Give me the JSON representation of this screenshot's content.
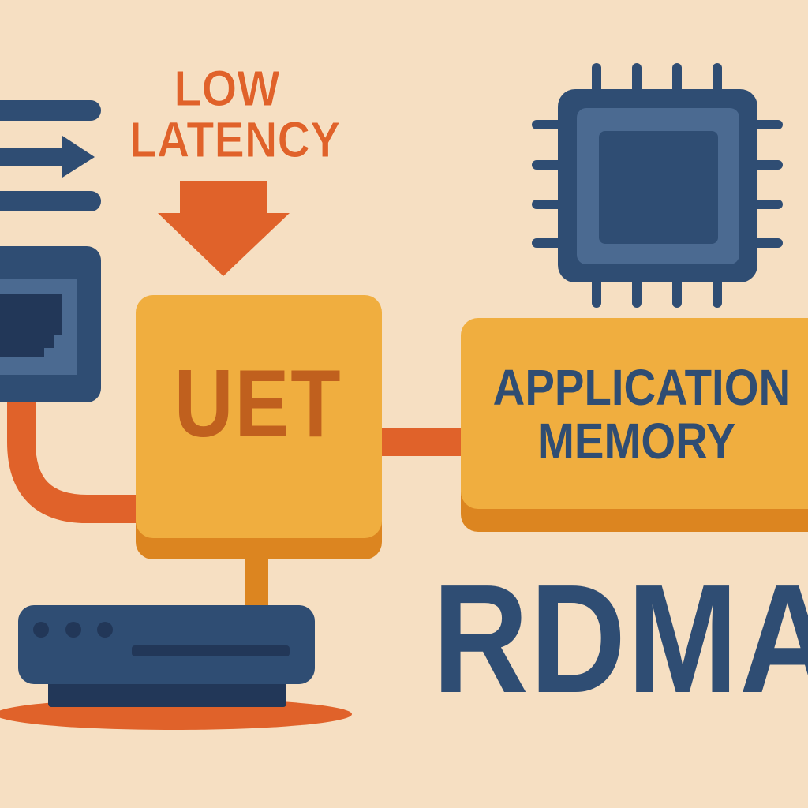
{
  "colors": {
    "background": "#f6dfc2",
    "navy": "#2f4d73",
    "navy_dark": "#223758",
    "navy_light": "#4b6a91",
    "orange": "#e0622a",
    "amber": "#f0ae3f",
    "amber_shadow": "#dc8520",
    "uet_text": "#c0601e"
  },
  "labels": {
    "low_latency_line1": "LOW",
    "low_latency_line2": "LATENCY",
    "uet": "UET",
    "application_memory_line1": "APPLICATION",
    "application_memory_line2": "MEMORY",
    "rdma": "RDMA"
  },
  "icons": {
    "data_flow": "data-flow-lines-icon",
    "down_arrow": "down-arrow-icon",
    "ethernet_port": "ethernet-port-icon",
    "cpu_chip": "cpu-chip-icon",
    "network_device": "network-switch-icon"
  }
}
